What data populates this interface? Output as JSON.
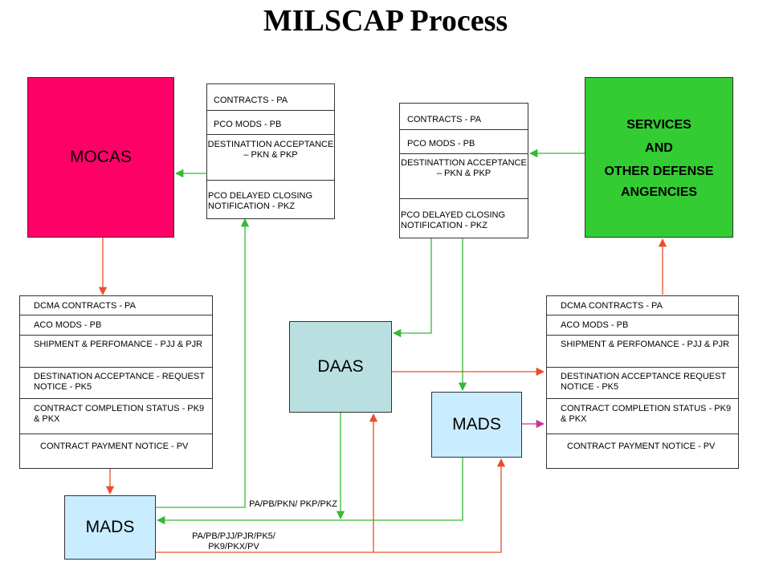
{
  "title": "MILSCAP Process",
  "colors": {
    "mocas": "#ff0066",
    "services": "#33cc33",
    "daas": "#b9dfe0",
    "mads": "#c9ecff",
    "green_arrow": "#33bb33",
    "red_arrow": "#e8502a",
    "magenta_arrow": "#cc3399"
  },
  "nodes": {
    "mocas": "MOCAS",
    "services": [
      "SERVICES",
      "AND",
      "OTHER DEFENSE",
      "ANGENCIES"
    ],
    "daas": "DAAS",
    "mads_left": "MADS",
    "mads_right": "MADS"
  },
  "top_stack_left": {
    "contracts": "CONTRACTS - PA",
    "pco_mods": "PCO MODS - PB",
    "destination": [
      "DESTINATTION",
      "ACCEPTANCE –",
      "PKN & PKP"
    ],
    "delayed": [
      "PCO DELAYED CLOSING",
      "NOTIFICATION - PKZ"
    ]
  },
  "top_stack_right": {
    "contracts": "CONTRACTS - PA",
    "pco_mods": "PCO MODS - PB",
    "destination": [
      "DESTINATTION",
      "ACCEPTANCE –",
      "PKN & PKP"
    ],
    "delayed": [
      "PCO DELAYED CLOSING",
      "NOTIFICATION - PKZ"
    ]
  },
  "bottom_stack_left": {
    "dcma": "DCMA CONTRACTS - PA",
    "aco": "ACO MODS - PB",
    "shipment": [
      "SHIPMENT & PERFOMANCE -",
      "PJJ & PJR"
    ],
    "destination": [
      "DESTINATION ACCEPTANCE -",
      "REQUEST NOTICE - PK5"
    ],
    "completion": [
      "CONTRACT COMPLETION STATUS -",
      "PK9 &  PKX"
    ],
    "payment": [
      "CONTRACT PAYMENT NOTICE -",
      "PV"
    ]
  },
  "bottom_stack_right": {
    "dcma": "DCMA CONTRACTS - PA",
    "aco": "ACO MODS - PB",
    "shipment": [
      "SHIPMENT & PERFOMANCE -",
      "PJJ & PJR"
    ],
    "destination": [
      "DESTINATION ACCEPTANCE",
      "REQUEST NOTICE - PK5"
    ],
    "completion": [
      "CONTRACT COMPLETION STATUS -",
      "PK9 & PKX"
    ],
    "payment": [
      "CONTRACT PAYMENT NOTICE -",
      "PV"
    ]
  },
  "flow_labels": {
    "green_flow": [
      "PA/PB/PKN/",
      "PKP/PKZ"
    ],
    "red_flow": [
      "PA/PB/PJJ/PJR/PK5/",
      "PK9/PKX/PV"
    ]
  }
}
